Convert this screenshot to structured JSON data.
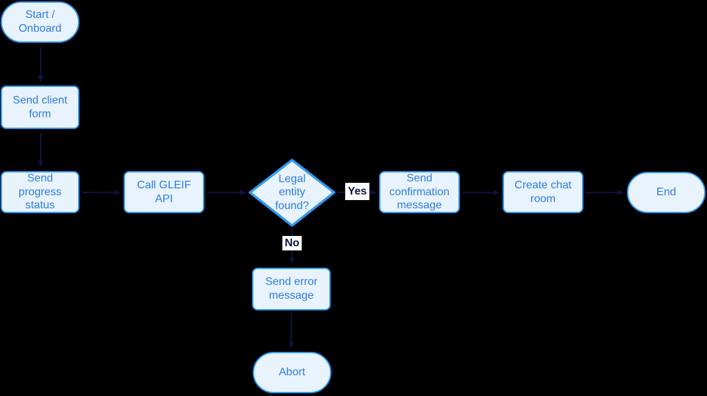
{
  "diagram": {
    "type": "flowchart",
    "colors": {
      "background": "#000000",
      "node_fill": "#e9f3fd",
      "node_border": "#2e9af3",
      "node_text": "#2d7ce0",
      "connector": "#0d1441",
      "edge_label_bg": "#ffffff",
      "edge_label_text": "#0d1441"
    },
    "nodes": [
      {
        "id": "start",
        "type": "terminator",
        "label": "Start /\nOnboard"
      },
      {
        "id": "send_client_form",
        "type": "process",
        "label": "Send client\nform"
      },
      {
        "id": "send_progress_status",
        "type": "process",
        "label": "Send\nprogress\nstatus"
      },
      {
        "id": "call_gleif_api",
        "type": "process",
        "label": "Call GLEIF\nAPI"
      },
      {
        "id": "legal_entity_found",
        "type": "decision",
        "label": "Legal\nentity\nfound?"
      },
      {
        "id": "send_confirmation_message",
        "type": "process",
        "label": "Send\nconfirmation\nmessage"
      },
      {
        "id": "create_chat_room",
        "type": "process",
        "label": "Create chat\nroom"
      },
      {
        "id": "end",
        "type": "terminator",
        "label": "End"
      },
      {
        "id": "send_error_message",
        "type": "process",
        "label": "Send error\nmessage"
      },
      {
        "id": "abort",
        "type": "terminator",
        "label": "Abort"
      }
    ],
    "edges": [
      {
        "from": "start",
        "to": "send_client_form",
        "label": ""
      },
      {
        "from": "send_client_form",
        "to": "send_progress_status",
        "label": ""
      },
      {
        "from": "send_progress_status",
        "to": "call_gleif_api",
        "label": ""
      },
      {
        "from": "call_gleif_api",
        "to": "legal_entity_found",
        "label": ""
      },
      {
        "from": "legal_entity_found",
        "to": "send_confirmation_message",
        "label": "Yes"
      },
      {
        "from": "send_confirmation_message",
        "to": "create_chat_room",
        "label": ""
      },
      {
        "from": "create_chat_room",
        "to": "end",
        "label": ""
      },
      {
        "from": "legal_entity_found",
        "to": "send_error_message",
        "label": "No"
      },
      {
        "from": "send_error_message",
        "to": "abort",
        "label": ""
      }
    ]
  }
}
